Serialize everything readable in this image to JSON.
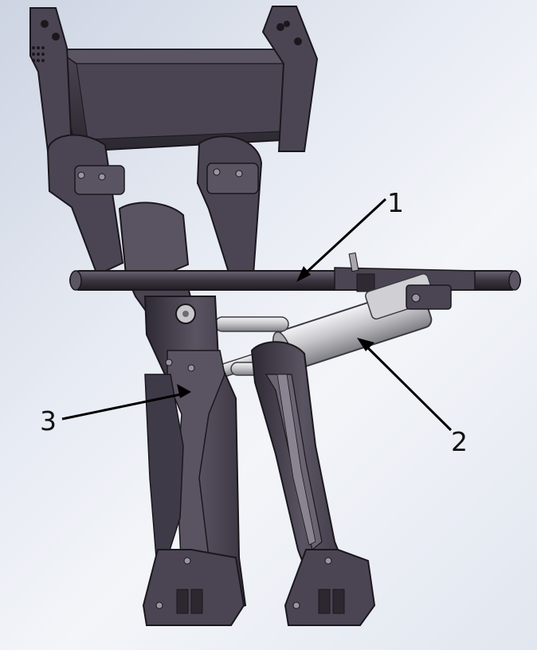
{
  "figure": {
    "callouts": [
      {
        "id": "1",
        "label": "1",
        "part": "horizontal-rod"
      },
      {
        "id": "2",
        "label": "2",
        "part": "linear-actuator"
      },
      {
        "id": "3",
        "label": "3",
        "part": "left-leg-link"
      }
    ],
    "colors": {
      "part_dark": "#3f3a47",
      "part_mid": "#5a5462",
      "part_light": "#77707f",
      "edge": "#1a171d",
      "metal": "#c9c9cc",
      "leader": "#000000"
    }
  }
}
